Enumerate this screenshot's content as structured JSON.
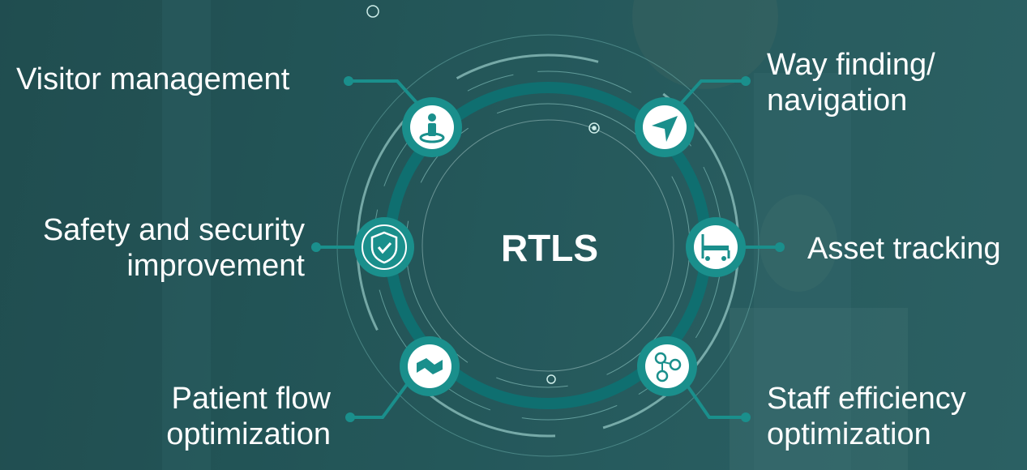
{
  "center": {
    "title": "RTLS"
  },
  "labels": {
    "visitor": {
      "lines": [
        "Visitor management"
      ]
    },
    "wayfinding": {
      "lines": [
        "Way finding/",
        "navigation"
      ]
    },
    "safety": {
      "lines": [
        "Safety and security",
        "improvement"
      ]
    },
    "asset": {
      "lines": [
        "Asset tracking"
      ]
    },
    "patient": {
      "lines": [
        "Patient flow",
        "optimization"
      ]
    },
    "staff": {
      "lines": [
        "Staff efficiency",
        "optimization"
      ]
    }
  },
  "icons": {
    "visitor": "person-location-icon",
    "wayfinding": "navigation-arrow-icon",
    "safety": "shield-check-icon",
    "asset": "hospital-bed-icon",
    "patient": "handshake-icon",
    "staff": "people-network-icon"
  },
  "colors": {
    "accent": "#1a8f8c",
    "ring": "#0f6f70",
    "icon_bg": "#ffffff",
    "text": "#ffffff",
    "background": "#24585a"
  }
}
